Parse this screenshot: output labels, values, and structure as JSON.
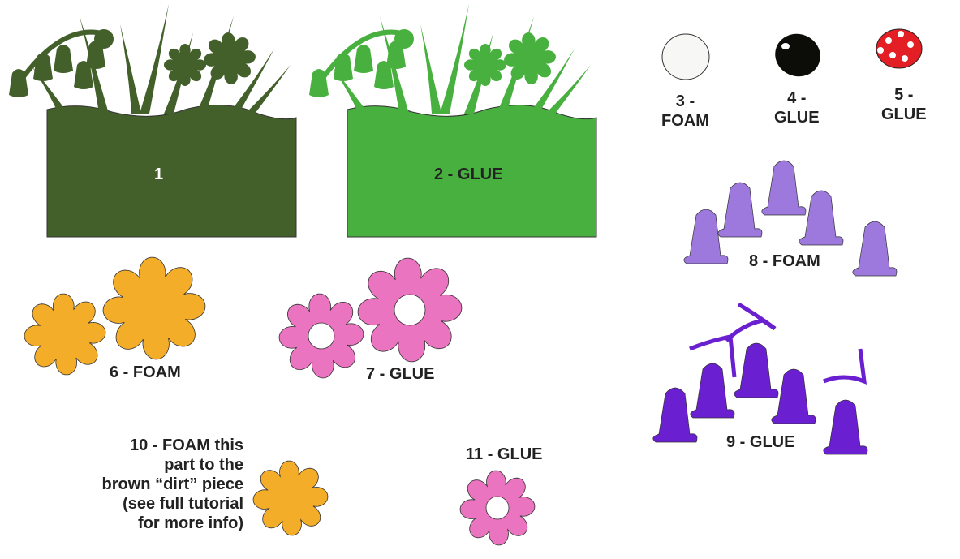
{
  "pieces": [
    {
      "label": "1",
      "color": "#43602a"
    },
    {
      "label": "2 - GLUE",
      "color": "#48b03f"
    },
    {
      "label_lines": [
        "3 -",
        "FOAM"
      ],
      "color": "#f7f7f5"
    },
    {
      "label_lines": [
        "4 -",
        "GLUE"
      ],
      "color": "#0c0d08"
    },
    {
      "label_lines": [
        "5 -",
        "GLUE"
      ],
      "color": "#e31e24"
    },
    {
      "label": "6 - FOAM",
      "color": "#f4ad28"
    },
    {
      "label": "7 - GLUE",
      "color": "#ea74c0"
    },
    {
      "label": "8 - FOAM",
      "color": "#9d78dd"
    },
    {
      "label": "9 - GLUE",
      "color": "#6a1fd0"
    },
    {
      "label_lines": [
        "10 - FOAM this",
        "part to the",
        "brown “dirt” piece",
        "(see full tutorial",
        "for more info)"
      ],
      "color": "#f4ad28"
    },
    {
      "label": "11 - GLUE",
      "color": "#ea74c0"
    }
  ]
}
